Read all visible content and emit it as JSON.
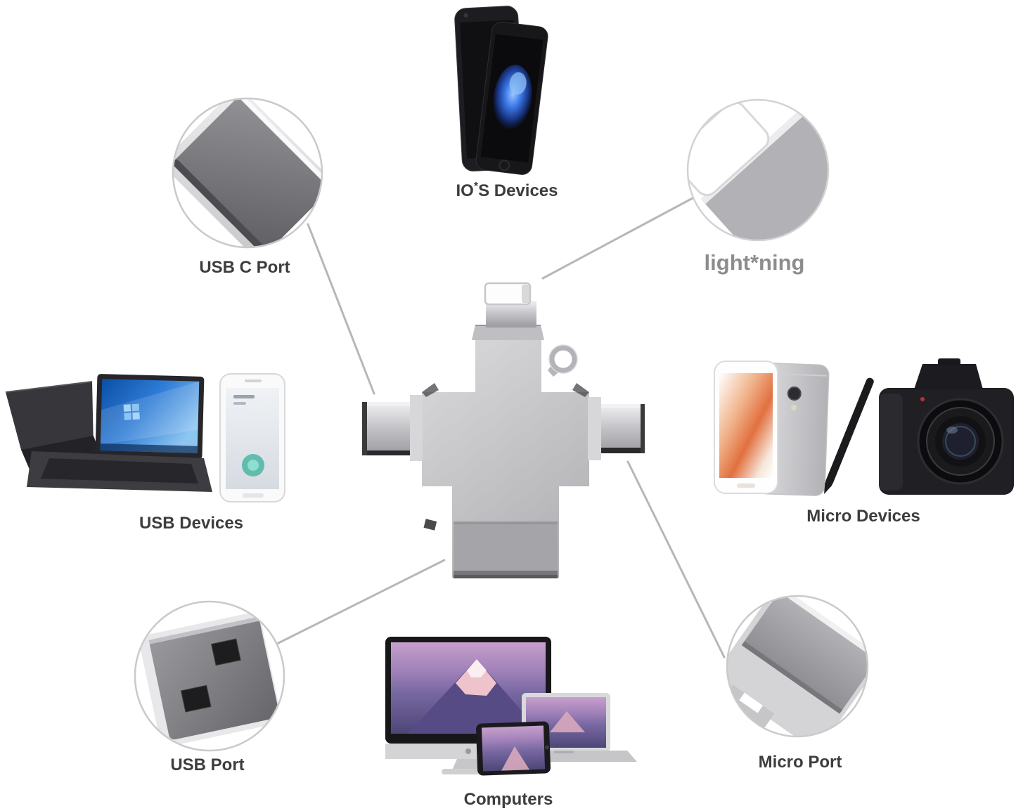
{
  "labels": {
    "ios": {
      "prefix": "IO",
      "sup": "*",
      "suffix": "S Devices"
    },
    "lightning": "light*ning",
    "usb_c_port": "USB C Port",
    "usb_devices": "USB Devices",
    "micro_devices": "Micro Devices",
    "usb_port": "USB Port",
    "computers": "Computers",
    "micro_port": "Micro Port"
  },
  "colors": {
    "background": "#ffffff",
    "label_text": "#3d3d40",
    "lightning_label_text": "#8d8d8d",
    "connector_line": "#b7b7b7",
    "circle_outline": "#cacaca",
    "drive_silver": "#c6c6c9",
    "windows_wallpaper_blue": "#2e7cd6",
    "fuji_wallpaper_purple": "#7868a2",
    "teal_logo": "#44b3a0"
  }
}
